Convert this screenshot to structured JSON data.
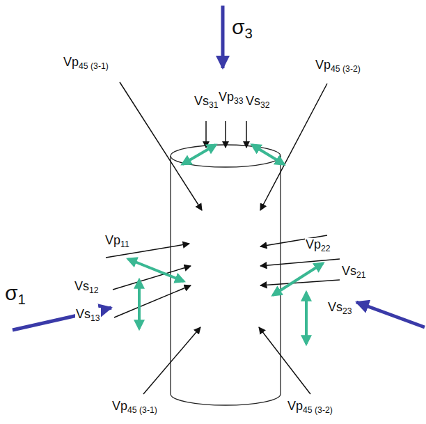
{
  "diagram": {
    "labels": [
      "σ3",
      "Vs31",
      "Vp33",
      "Vs32",
      "Vp45 (3-1)",
      "Vp45 (3-2)",
      "Vp11",
      "Vs12",
      "Vs13",
      "Vp22",
      "Vs21",
      "Vs23",
      "σ1",
      "Vp45 (3-1)",
      "Vp45 (3-2)"
    ]
  }
}
